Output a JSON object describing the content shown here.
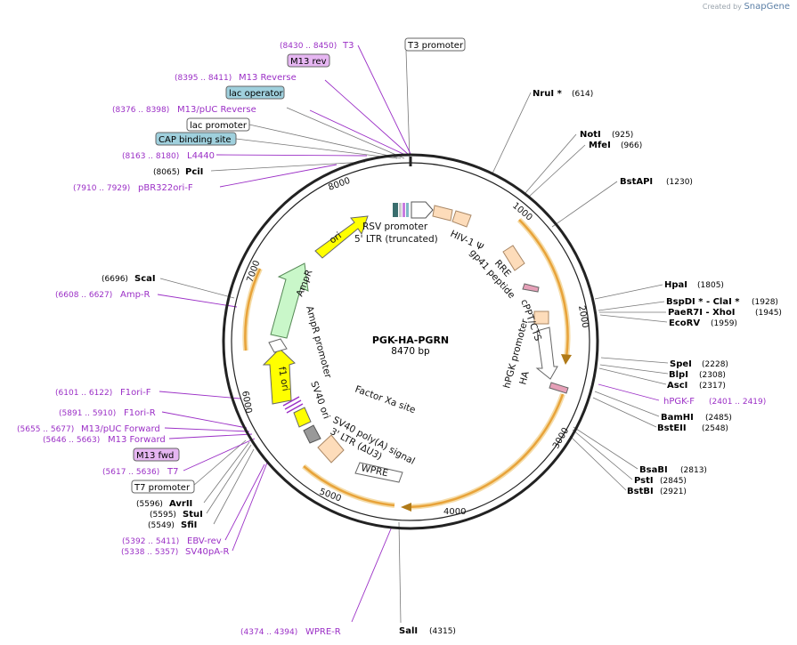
{
  "watermark": {
    "prefix": "Created by",
    "brand": "SnapGene"
  },
  "plasmid": {
    "name": "PGK-HA-PGRN",
    "size": "8470 bp",
    "length": 8470
  },
  "ticks": [
    "1000",
    "2000",
    "3000",
    "4000",
    "5000",
    "6000",
    "7000",
    "8000"
  ],
  "sites_right": [
    {
      "name": "NruI *",
      "pos": "(614)"
    },
    {
      "name": "NotI",
      "pos": "(925)"
    },
    {
      "name": "MfeI",
      "pos": "(966)"
    },
    {
      "name": "BstAPI",
      "pos": "(1230)"
    },
    {
      "name": "HpaI",
      "pos": "(1805)"
    },
    {
      "name": "BspDI * - ClaI *",
      "pos": "(1928)"
    },
    {
      "name": "PaeR7I - XhoI",
      "pos": "(1945)"
    },
    {
      "name": "EcoRV",
      "pos": "(1959)"
    },
    {
      "name": "SpeI",
      "pos": "(2228)"
    },
    {
      "name": "BlpI",
      "pos": "(2308)"
    },
    {
      "name": "AscI",
      "pos": "(2317)"
    },
    {
      "name": "BamHI",
      "pos": "(2485)"
    },
    {
      "name": "BstEII",
      "pos": "(2548)"
    },
    {
      "name": "BsaBI",
      "pos": "(2813)"
    },
    {
      "name": "PstI",
      "pos": "(2845)"
    },
    {
      "name": "BstBI",
      "pos": "(2921)"
    },
    {
      "name": "SalI",
      "pos": "(4315)"
    }
  ],
  "primers_right": [
    {
      "name": "hPGK-F",
      "pos": "(2401 .. 2419)"
    }
  ],
  "sites_left": [
    {
      "name": "PciI",
      "pos": "(8065)"
    },
    {
      "name": "ScaI",
      "pos": "(6696)"
    },
    {
      "name": "AvrII",
      "pos": "(5596)"
    },
    {
      "name": "StuI",
      "pos": "(5595)"
    },
    {
      "name": "SfiI",
      "pos": "(5549)"
    }
  ],
  "primers_left": [
    {
      "name": "T3",
      "pos": "(8430 .. 8450)"
    },
    {
      "name": "M13 Reverse",
      "pos": "(8395 .. 8411)"
    },
    {
      "name": "M13/pUC Reverse",
      "pos": "(8376 .. 8398)"
    },
    {
      "name": "L4440",
      "pos": "(8163 .. 8180)"
    },
    {
      "name": "pBR322ori-F",
      "pos": "(7910 .. 7929)"
    },
    {
      "name": "Amp-R",
      "pos": "(6608 .. 6627)"
    },
    {
      "name": "F1ori-F",
      "pos": "(6101 .. 6122)"
    },
    {
      "name": "F1ori-R",
      "pos": "(5891 .. 5910)"
    },
    {
      "name": "M13/pUC Forward",
      "pos": "(5655 .. 5677)"
    },
    {
      "name": "M13 Forward",
      "pos": "(5646 .. 5663)"
    },
    {
      "name": "T7",
      "pos": "(5617 .. 5636)"
    },
    {
      "name": "EBV-rev",
      "pos": "(5392 .. 5411)"
    },
    {
      "name": "SV40pA-R",
      "pos": "(5338 .. 5357)"
    },
    {
      "name": "WPRE-R",
      "pos": "(4374 .. 4394)"
    }
  ],
  "boxed_labels": [
    {
      "name": "T3 promoter",
      "style": "white"
    },
    {
      "name": "M13 rev",
      "style": "purple"
    },
    {
      "name": "lac operator",
      "style": "teal"
    },
    {
      "name": "lac promoter",
      "style": "white"
    },
    {
      "name": "CAP binding site",
      "style": "teal"
    },
    {
      "name": "M13 fwd",
      "style": "purple"
    },
    {
      "name": "T7 promoter",
      "style": "white"
    }
  ],
  "features": [
    {
      "name": "RSV promoter"
    },
    {
      "name": "5' LTR (truncated)"
    },
    {
      "name": "HIV-1 Ψ"
    },
    {
      "name": "RRE"
    },
    {
      "name": "gp41 peptide"
    },
    {
      "name": "cPPT/CTS"
    },
    {
      "name": "hPGK promoter"
    },
    {
      "name": "HA"
    },
    {
      "name": "Factor Xa site"
    },
    {
      "name": "WPRE"
    },
    {
      "name": "SV40 poly(A) signal"
    },
    {
      "name": "3' LTR (ΔU3)"
    },
    {
      "name": "SV40 ori"
    },
    {
      "name": "f1 ori"
    },
    {
      "name": "AmpR promoter"
    },
    {
      "name": "AmpR"
    },
    {
      "name": "ori"
    }
  ],
  "colors": {
    "backbone": "#222222",
    "orf": "#e8a33a",
    "primer": "#9b2fc6",
    "site_line": "#777777",
    "yellow": "#ffff00",
    "ampr": "#c9f7c9",
    "peach": "#fddcba",
    "teal_box": "#9fd0dd",
    "purple_box": "#e6b6f2"
  }
}
